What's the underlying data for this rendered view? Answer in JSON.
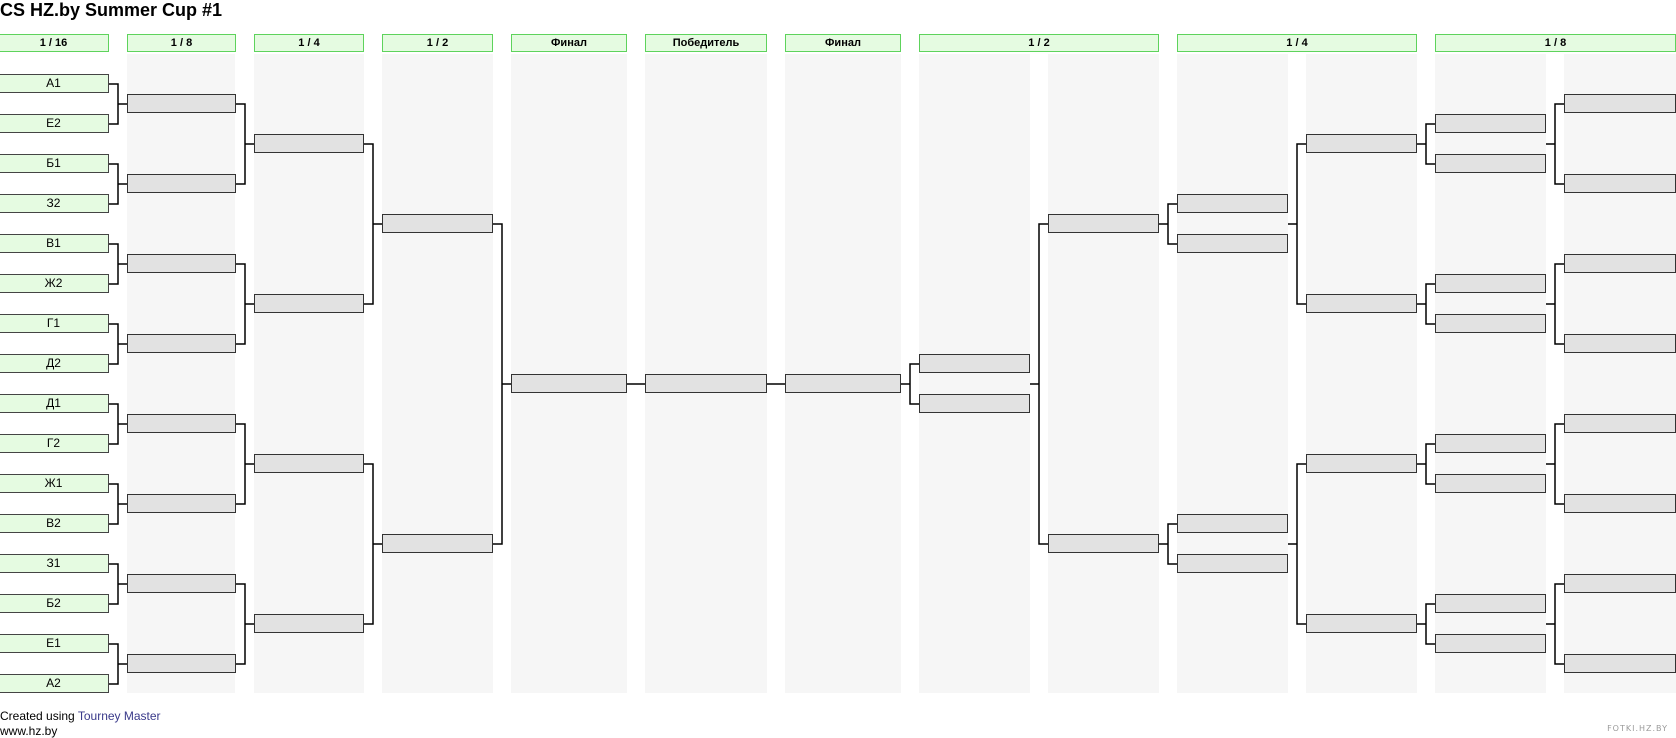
{
  "title": "CS HZ.by Summer Cup #1",
  "rounds": {
    "r16": "1 / 16",
    "r8": "1 / 8",
    "r4": "1 / 4",
    "r2": "1 / 2",
    "final": "Финал",
    "winner": "Победитель"
  },
  "seeds": [
    "А1",
    "Е2",
    "Б1",
    "З2",
    "В1",
    "Ж2",
    "Г1",
    "Д2",
    "Д1",
    "Г2",
    "Ж1",
    "В2",
    "З1",
    "Б2",
    "Е1",
    "А2"
  ],
  "footer": {
    "created_prefix": "Created using ",
    "created_link": "Tourney Master",
    "site": "www.hz.by"
  },
  "watermark": "FOTKI.HZ.BY",
  "colors": {
    "header_fill": "#e5fbe1",
    "header_border": "#5ed35c",
    "slot_fill": "#e2e2e2",
    "column_shade": "#f6f6f6"
  }
}
